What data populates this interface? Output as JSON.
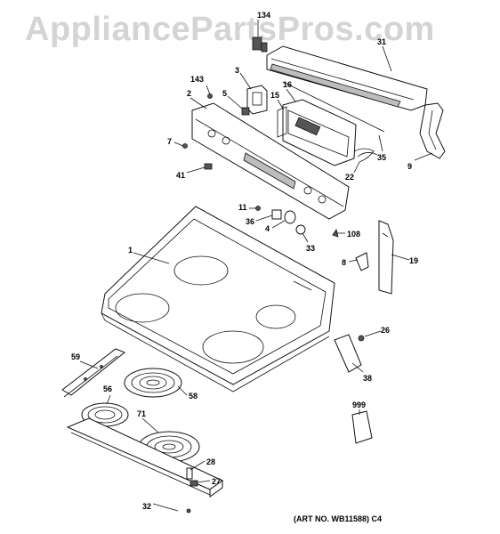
{
  "watermark": "AppliancePartsPros.com",
  "art_number": "(ART NO. WB11588) C4",
  "callouts": [
    "134",
    "31",
    "3",
    "143",
    "2",
    "5",
    "16",
    "15",
    "7",
    "41",
    "35",
    "9",
    "22",
    "11",
    "36",
    "4",
    "33",
    "108",
    "8",
    "19",
    "1",
    "26",
    "38",
    "59",
    "56",
    "58",
    "71",
    "999",
    "28",
    "27",
    "32"
  ]
}
